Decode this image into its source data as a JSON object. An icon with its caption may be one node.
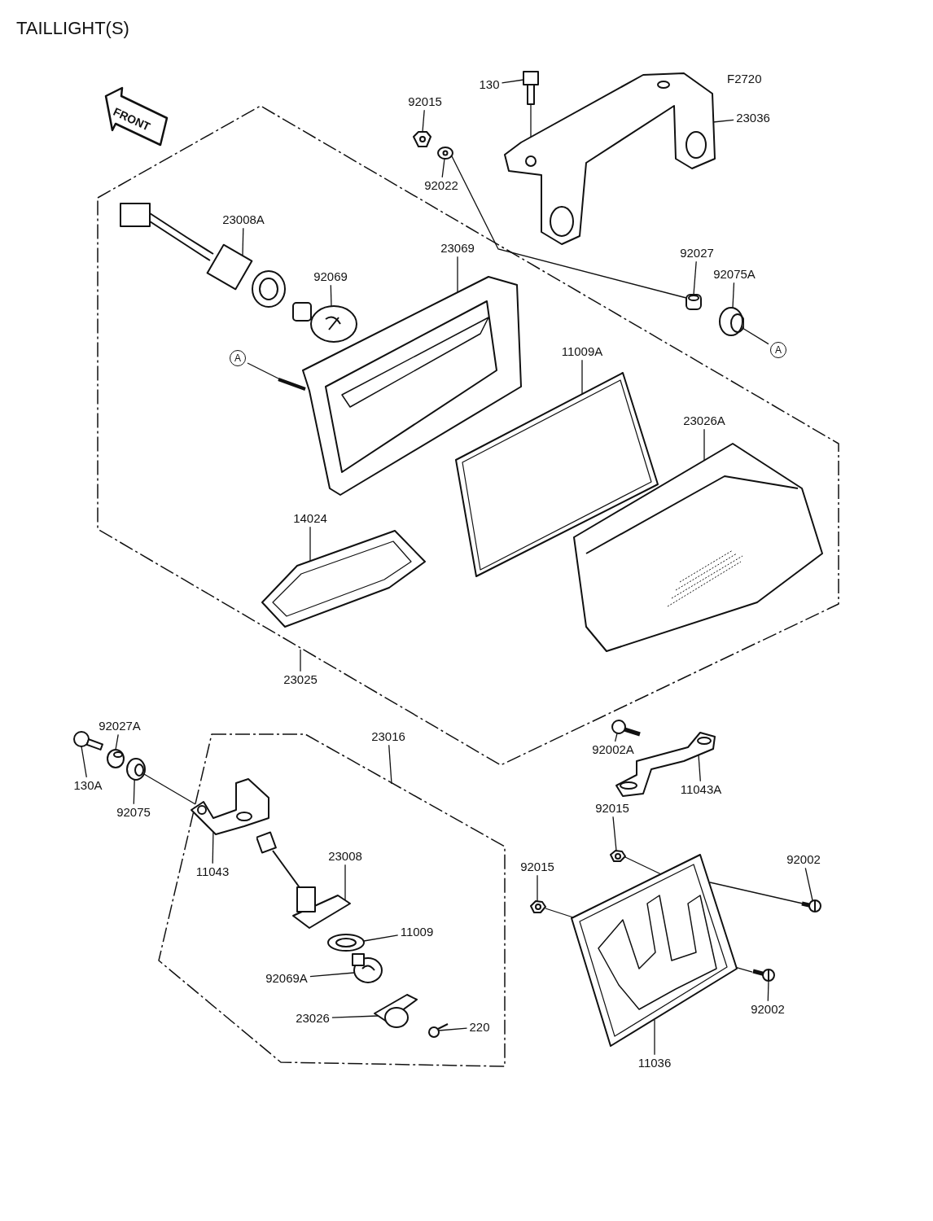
{
  "diagram": {
    "title": "TAILLIGHT(S)",
    "nodes": [
      {
        "text": [
          "130"
        ]
      },
      {
        "text": [
          "92015"
        ]
      },
      {
        "text": [
          "92022"
        ]
      },
      {
        "text": [
          "23036"
        ]
      },
      {
        "text": [
          "23008A"
        ]
      },
      {
        "text": [
          "23069"
        ]
      },
      {
        "text": [
          "92069"
        ]
      },
      {
        "text": [
          "92027"
        ]
      },
      {
        "text": [
          "92075A"
        ]
      },
      {
        "text": [
          "A"
        ]
      },
      {
        "text": [
          "A"
        ]
      },
      {
        "text": [
          "11009A"
        ]
      },
      {
        "text": [
          "23026A"
        ]
      },
      {
        "text": [
          "14024"
        ]
      },
      {
        "text": [
          "23025"
        ]
      },
      {
        "text": [
          "92027A"
        ]
      },
      {
        "text": [
          "130A"
        ]
      },
      {
        "text": [
          "92075"
        ]
      },
      {
        "text": [
          "23016"
        ]
      },
      {
        "text": [
          "11043"
        ]
      },
      {
        "text": [
          "92002A"
        ]
      },
      {
        "text": [
          "11043A"
        ]
      },
      {
        "text": [
          "92015"
        ]
      },
      {
        "text": [
          "23008"
        ]
      },
      {
        "text": [
          "11009"
        ]
      },
      {
        "text": [
          "92069A"
        ]
      },
      {
        "text": [
          "23026"
        ]
      },
      {
        "text": [
          "220"
        ]
      },
      {
        "text": [
          "92015"
        ]
      },
      {
        "text": [
          "92002"
        ]
      },
      {
        "text": [
          "92002"
        ]
      },
      {
        "text": [
          "11036"
        ]
      },
      {
        "text": [],
        "shape": "picture"
      },
      {
        "text": [],
        "shape": "picture"
      },
      {
        "text": [],
        "shape": "picture"
      },
      {
        "text": [],
        "shape": "picture"
      },
      {
        "text": [],
        "shape": "picture"
      },
      {
        "text": [],
        "shape": "picture"
      },
      {
        "text": [],
        "shape": "picture"
      },
      {
        "text": [],
        "shape": "picture"
      },
      {
        "text": [],
        "shape": "picture"
      },
      {
        "text": [],
        "shape": "picture"
      },
      {
        "text": [],
        "shape": "picture"
      },
      {
        "text": [],
        "shape": "picture"
      },
      {
        "text": [],
        "shape": "picture"
      },
      {
        "text": [],
        "shape": "picture"
      },
      {
        "text": [],
        "shape": "picture"
      },
      {
        "text": [],
        "shape": "picture"
      },
      {
        "text": [],
        "shape": "picture"
      },
      {
        "text": [],
        "shape": "picture"
      },
      {
        "text": [],
        "shape": "picture"
      },
      {
        "text": [],
        "shape": "picture"
      },
      {
        "text": [],
        "shape": "picture"
      },
      {
        "text": [],
        "shape": "picture"
      },
      {
        "text": [],
        "shape": "picture"
      },
      {
        "text": [],
        "shape": "picture"
      },
      {
        "text": [],
        "shape": "picture"
      },
      {
        "text": [],
        "shape": "picture"
      },
      {
        "text": [],
        "shape": "picture"
      },
      {
        "text": [],
        "shape": "picture"
      },
      {
        "text": [],
        "shape": "picture"
      }
    ],
    "edges": [
      {
        "from": 0,
        "to": 32,
        "arrow": "none"
      },
      {
        "from": 1,
        "to": 34,
        "arrow": "none"
      },
      {
        "from": 2,
        "to": 35,
        "arrow": "none"
      },
      {
        "from": 3,
        "to": 33,
        "arrow": "none"
      },
      {
        "from": 4,
        "to": 38,
        "arrow": "none"
      },
      {
        "from": 5,
        "to": 40,
        "arrow": "none"
      },
      {
        "from": 6,
        "to": 39,
        "arrow": "none"
      },
      {
        "from": 7,
        "to": 36,
        "arrow": "none"
      },
      {
        "from": 8,
        "to": 37,
        "arrow": "none"
      },
      {
        "from": 37,
        "to": 9,
        "arrow": "none"
      },
      {
        "from": 10,
        "to": 41,
        "arrow": "none"
      },
      {
        "from": 11,
        "to": 42,
        "arrow": "none"
      },
      {
        "from": 12,
        "to": 43,
        "arrow": "none"
      },
      {
        "from": 13,
        "to": 44,
        "arrow": "none"
      },
      {
        "from": 14,
        "to": null,
        "arrow": "none"
      },
      {
        "from": 15,
        "to": 46,
        "arrow": "none"
      },
      {
        "from": 16,
        "to": 45,
        "arrow": "none"
      },
      {
        "from": 17,
        "to": 47,
        "arrow": "none"
      },
      {
        "from": 18,
        "to": null,
        "arrow": "none"
      },
      {
        "from": 19,
        "to": 48,
        "arrow": "none"
      },
      {
        "from": 20,
        "to": 54,
        "arrow": "none"
      },
      {
        "from": 21,
        "to": 55,
        "arrow": "none"
      },
      {
        "from": 22,
        "to": 56,
        "arrow": "none"
      },
      {
        "from": 23,
        "to": 49,
        "arrow": "none"
      },
      {
        "from": 24,
        "to": 50,
        "arrow": "none"
      },
      {
        "from": 25,
        "to": 51,
        "arrow": "none"
      },
      {
        "from": 26,
        "to": 52,
        "arrow": "none"
      },
      {
        "from": 27,
        "to": 53,
        "arrow": "none"
      },
      {
        "from": 28,
        "to": 57,
        "arrow": "none"
      },
      {
        "from": 29,
        "to": 59,
        "arrow": "none"
      },
      {
        "from": 30,
        "to": 60,
        "arrow": "none"
      },
      {
        "from": 31,
        "to": 58,
        "arrow": "none"
      },
      {
        "from": 35,
        "to": 36,
        "arrow": "none"
      },
      {
        "from": 32,
        "to": 33,
        "arrow": "none"
      },
      {
        "from": 47,
        "to": 48,
        "arrow": "none"
      },
      {
        "from": 56,
        "to": 58,
        "arrow": "none"
      },
      {
        "from": 57,
        "to": 58,
        "arrow": "none"
      },
      {
        "from": 59,
        "to": 58,
        "arrow": "none"
      },
      {
        "from": 60,
        "to": 58,
        "arrow": "none"
      }
    ],
    "labels": [
      "F2720",
      "FRONT"
    ]
  }
}
